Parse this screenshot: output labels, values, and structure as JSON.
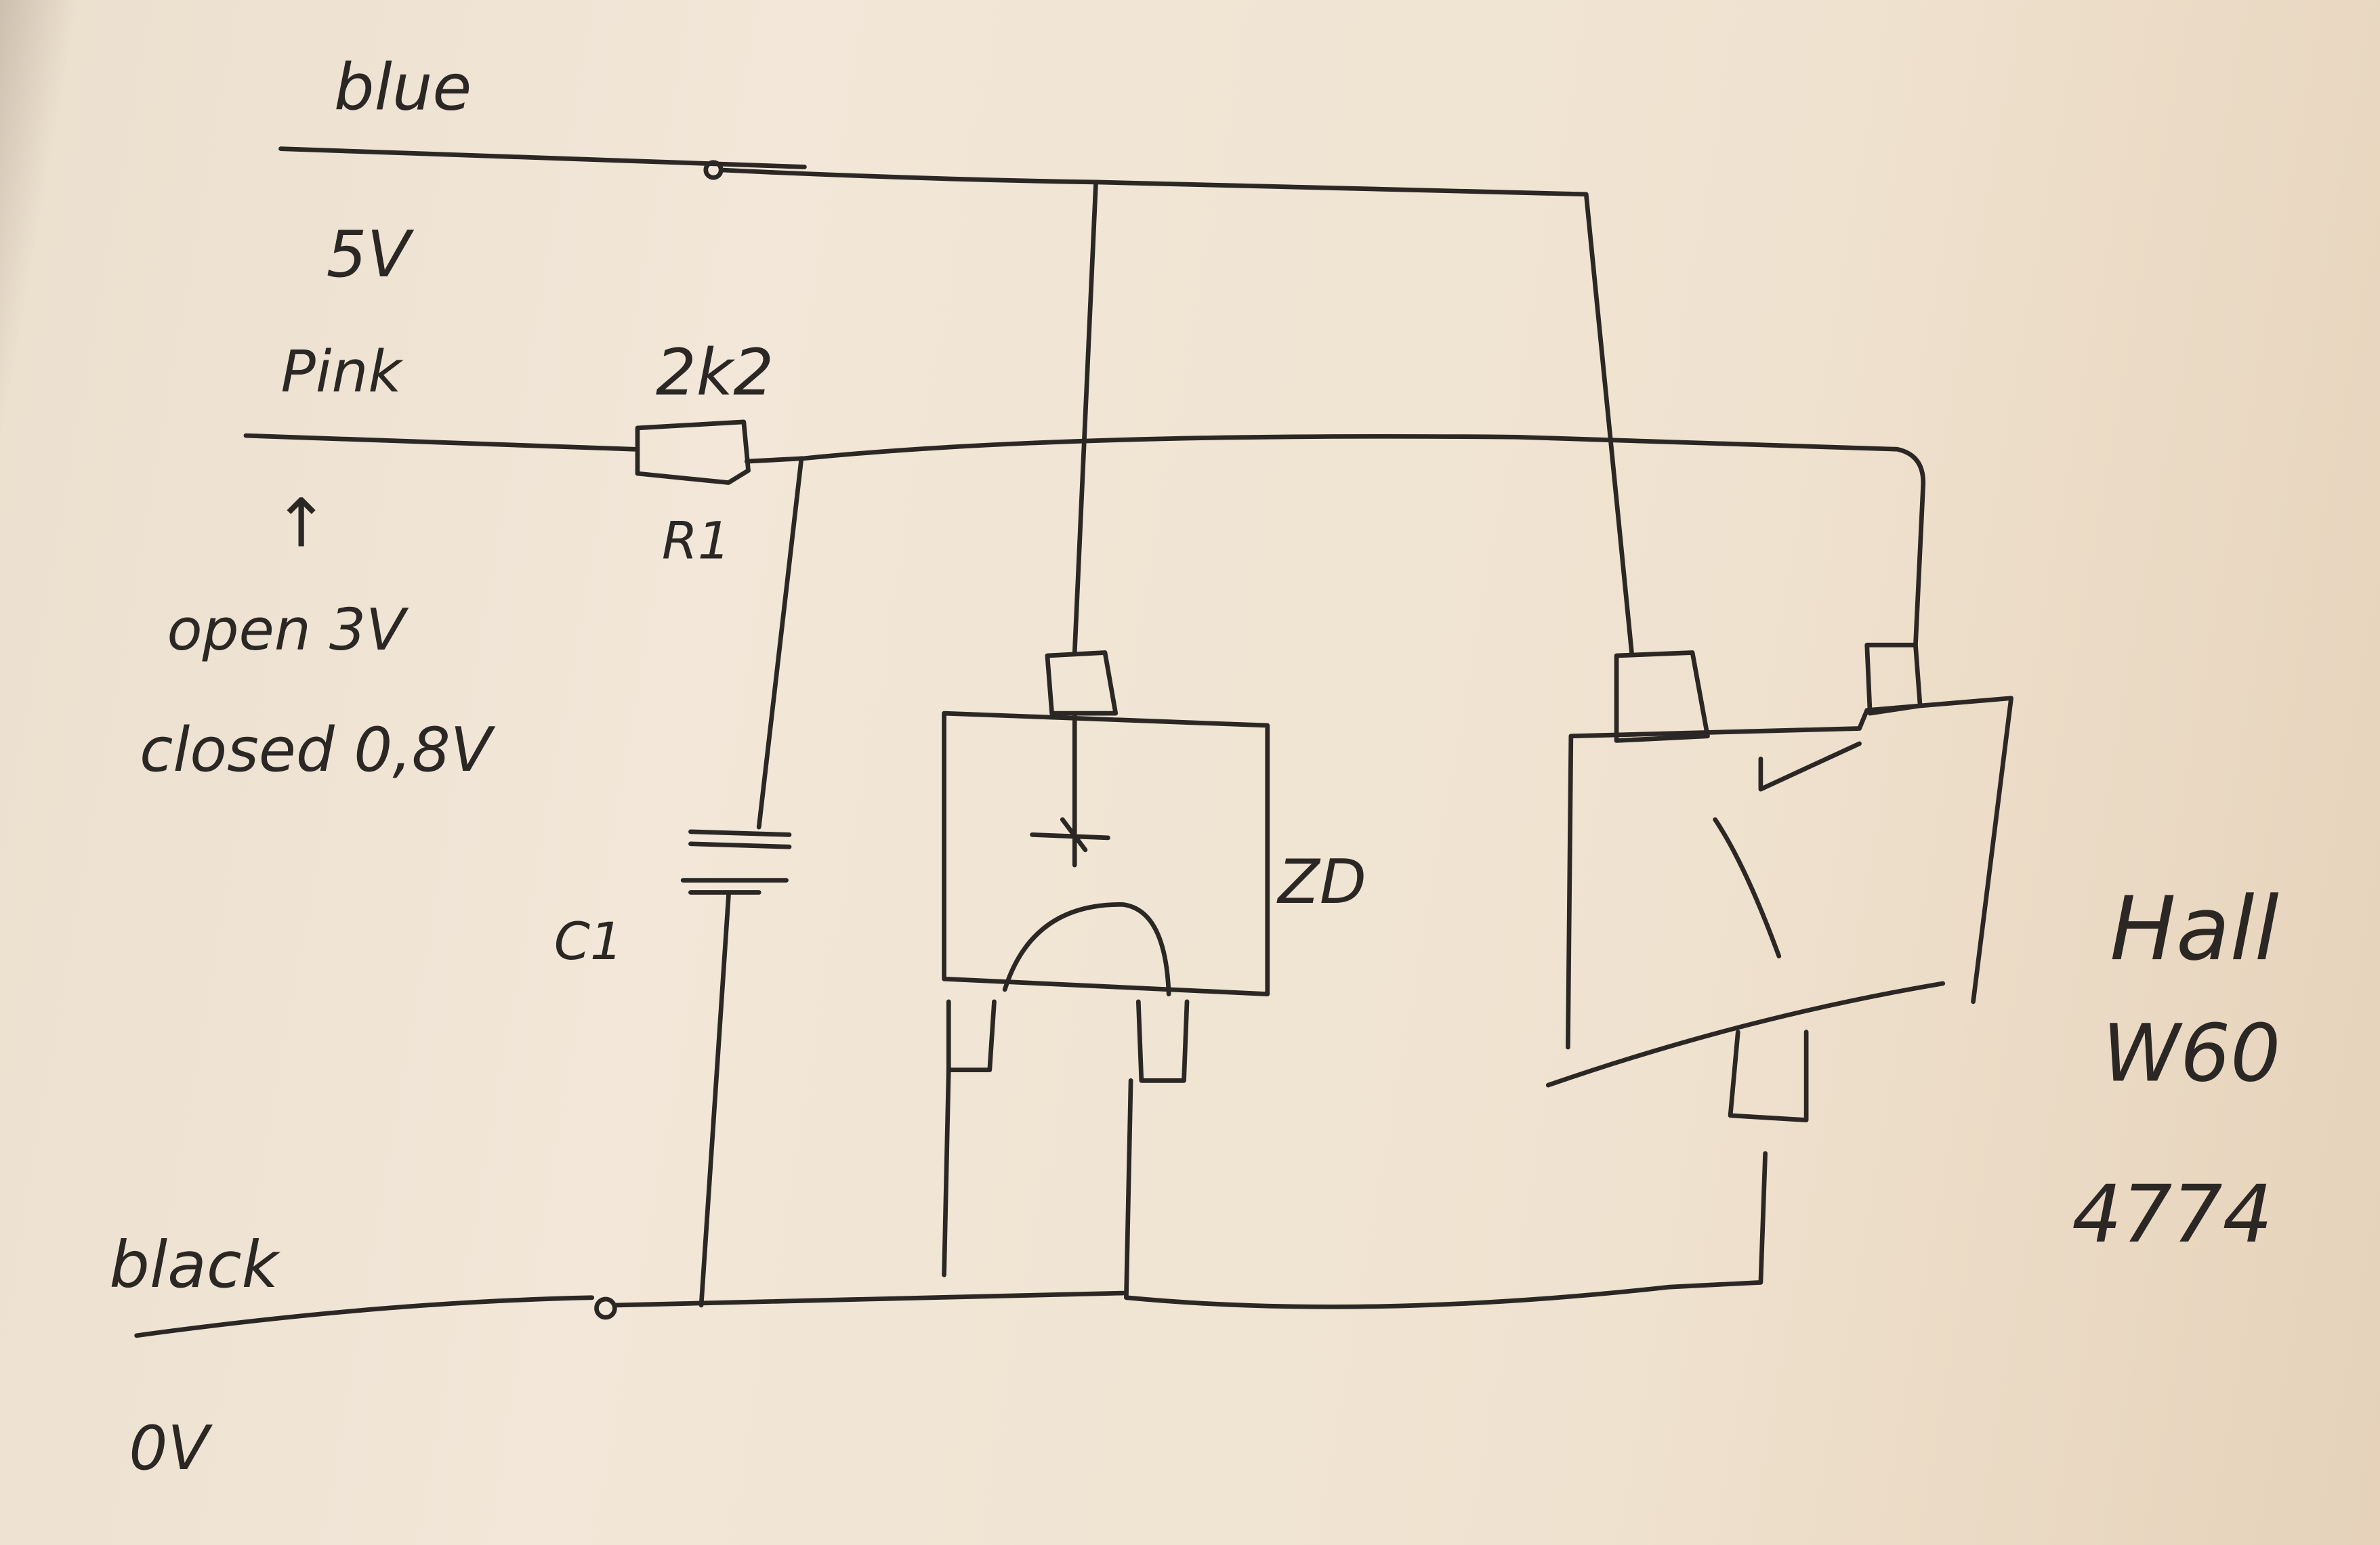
{
  "wires": {
    "blue": {
      "label": "blue",
      "voltage": "5V"
    },
    "pink": {
      "label": "Pink",
      "arrow": "↑",
      "open": "open 3V",
      "closed": "closed 0,8V"
    },
    "black": {
      "label": "black",
      "voltage": "0V"
    }
  },
  "components": {
    "resistor": {
      "value": "2k2",
      "ref": "R1"
    },
    "capacitor": {
      "ref": "C1"
    },
    "zener": {
      "ref": "ZD"
    },
    "hall": {
      "line1": "Hall",
      "line2": "W60",
      "line3": "4774"
    }
  },
  "colors": {
    "ink": "#2b2724",
    "paper": "#efe2cf"
  }
}
